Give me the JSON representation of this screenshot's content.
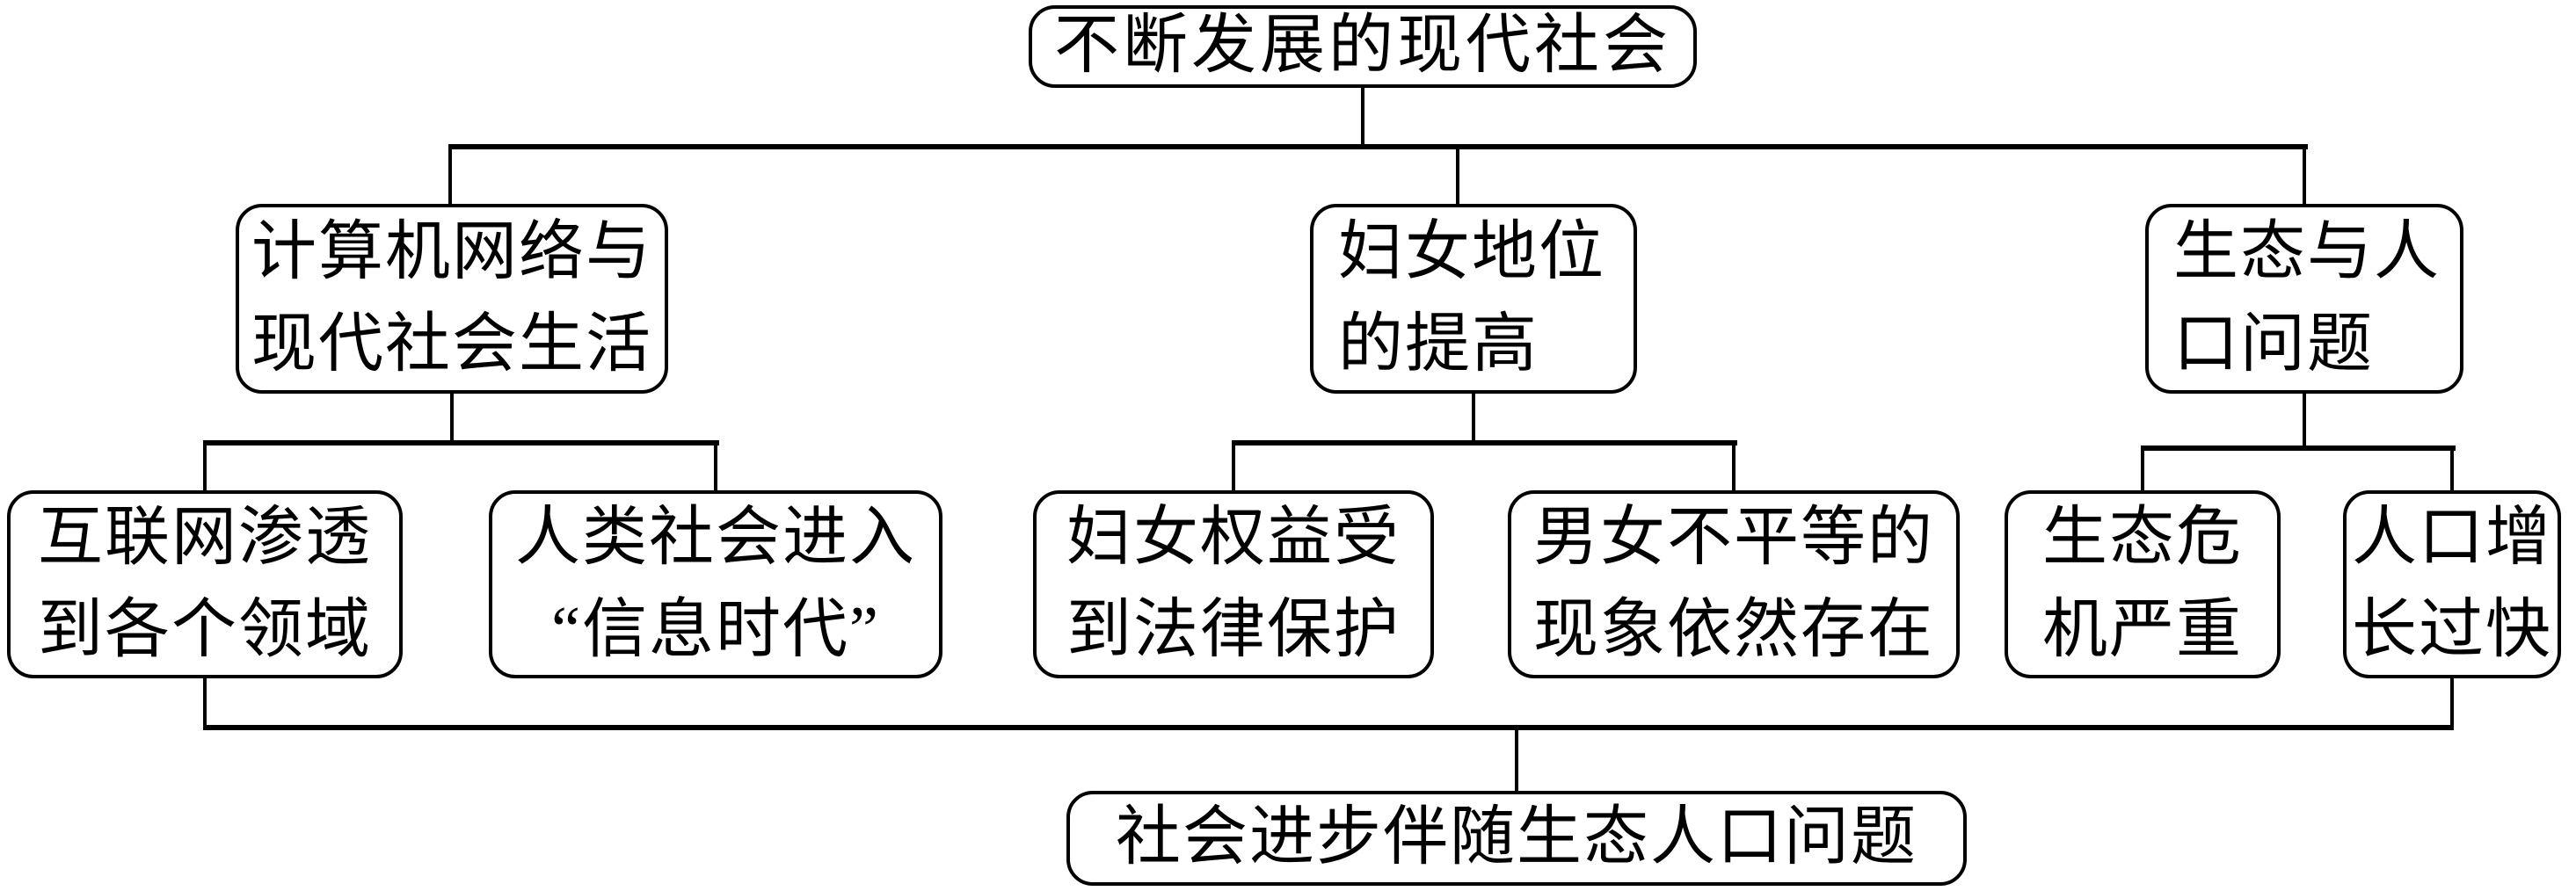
{
  "nodes": {
    "root": {
      "text": "不断发展的现代社会"
    },
    "l2_computer": {
      "line1": "计算机网络与",
      "line2": "现代社会生活"
    },
    "l2_women": {
      "line1": "妇女地位",
      "line2": "的提高"
    },
    "l2_ecology": {
      "line1": "生态与人",
      "line2": "口问题"
    },
    "l3_internet": {
      "line1": "互联网渗透",
      "line2": "到各个领域"
    },
    "l3_info_age": {
      "line1": "人类社会进入",
      "line2": "“信息时代”"
    },
    "l3_rights": {
      "line1": "妇女权益受",
      "line2": "到法律保护"
    },
    "l3_inequality": {
      "line1": "男女不平等的",
      "line2": "现象依然存在"
    },
    "l3_eco_crisis": {
      "line1": "生态危",
      "line2": "机严重"
    },
    "l3_population": {
      "line1": "人口增",
      "line2": "长过快"
    },
    "conclusion": {
      "text": "社会进步伴随生态人口问题"
    }
  },
  "edges": [
    {
      "from": "不断发展的现代社会",
      "to": "计算机网络与现代社会生活"
    },
    {
      "from": "不断发展的现代社会",
      "to": "妇女地位的提高"
    },
    {
      "from": "不断发展的现代社会",
      "to": "生态与人口问题"
    },
    {
      "from": "计算机网络与现代社会生活",
      "to": "互联网渗透到各个领域"
    },
    {
      "from": "计算机网络与现代社会生活",
      "to": "人类社会进入“信息时代”"
    },
    {
      "from": "妇女地位的提高",
      "to": "妇女权益受到法律保护"
    },
    {
      "from": "妇女地位的提高",
      "to": "男女不平等的现象依然存在"
    },
    {
      "from": "生态与人口问题",
      "to": "生态危机严重"
    },
    {
      "from": "生态与人口问题",
      "to": "人口增长过快"
    },
    {
      "from": "互联网渗透到各个领域",
      "to": "社会进步伴随生态人口问题"
    },
    {
      "from": "人口增长过快",
      "to": "社会进步伴随生态人口问题"
    }
  ],
  "colors": {
    "line": "#000000",
    "box_border": "#000000",
    "box_fill": "#ffffff",
    "canvas": "#ffffff"
  }
}
